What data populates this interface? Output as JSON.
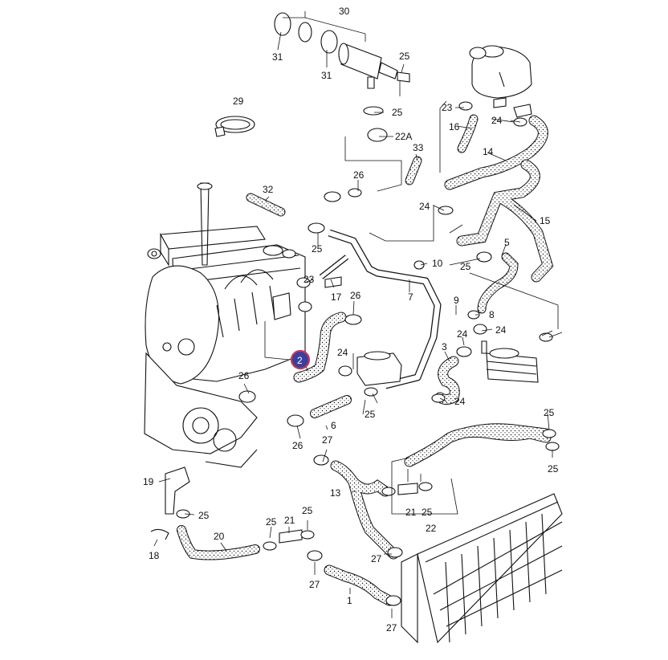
{
  "diagram": {
    "highlight_color": "#3a3f9e",
    "highlight_ring": "#c23a54",
    "highlighted_label": "2",
    "labels": [
      "30",
      "31",
      "31",
      "25",
      "25",
      "22A",
      "29",
      "33",
      "26",
      "16",
      "23",
      "24",
      "14",
      "32",
      "24",
      "15",
      "25",
      "5",
      "25",
      "10",
      "23",
      "17",
      "7",
      "9",
      "8",
      "26",
      "24",
      "24",
      "3",
      "2",
      "24",
      "26",
      "25",
      "24",
      "6",
      "26",
      "27",
      "25",
      "25",
      "19",
      "25",
      "13",
      "21",
      "25",
      "22",
      "25",
      "21",
      "25",
      "20",
      "18",
      "27",
      "27",
      "1",
      "27"
    ]
  }
}
